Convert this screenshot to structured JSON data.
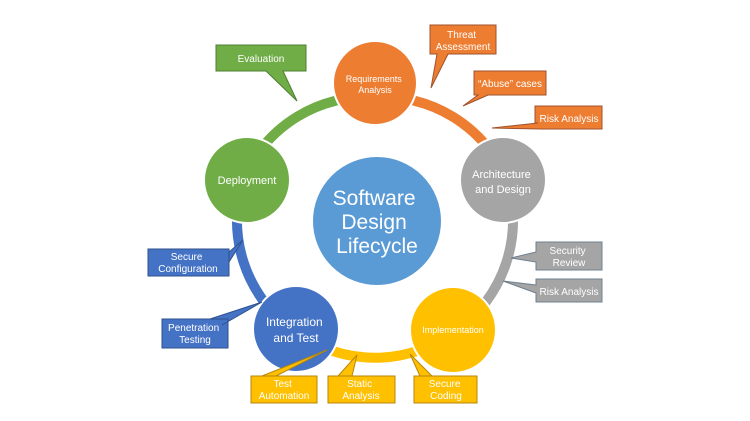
{
  "center": {
    "lines": [
      "Software",
      "Design",
      "Lifecycle"
    ]
  },
  "phases": {
    "requirements": {
      "lines": [
        "Requirements",
        "Analysis"
      ]
    },
    "architecture": {
      "lines": [
        "Architecture",
        "and Design"
      ]
    },
    "implementation": {
      "lines": [
        "Implementation"
      ]
    },
    "integration": {
      "lines": [
        "Integration",
        "and Test"
      ]
    },
    "deployment": {
      "lines": [
        "Deployment"
      ]
    }
  },
  "callouts": {
    "threat": {
      "lines": [
        "Threat",
        "Assessment"
      ]
    },
    "abuse": {
      "lines": [
        "“Abuse” cases"
      ]
    },
    "risk_top": {
      "lines": [
        "Risk Analysis"
      ]
    },
    "security_review": {
      "lines": [
        "Security",
        "Review"
      ]
    },
    "risk_bottom": {
      "lines": [
        "Risk Analysis"
      ]
    },
    "test_automation": {
      "lines": [
        "Test",
        "Automation"
      ]
    },
    "static_analysis": {
      "lines": [
        "Static",
        "Analysis"
      ]
    },
    "secure_coding": {
      "lines": [
        "Secure",
        "Coding"
      ]
    },
    "penetration": {
      "lines": [
        "Penetration",
        "Testing"
      ]
    },
    "secure_config": {
      "lines": [
        "Secure",
        "Configuration"
      ]
    },
    "evaluation": {
      "lines": [
        "Evaluation"
      ]
    }
  },
  "colors": {
    "orange": "#ED7D31",
    "gray": "#A5A5A5",
    "yellow": "#FFC000",
    "blue": "#4472C4",
    "green": "#70AD47",
    "center": "#5B9BD5"
  }
}
